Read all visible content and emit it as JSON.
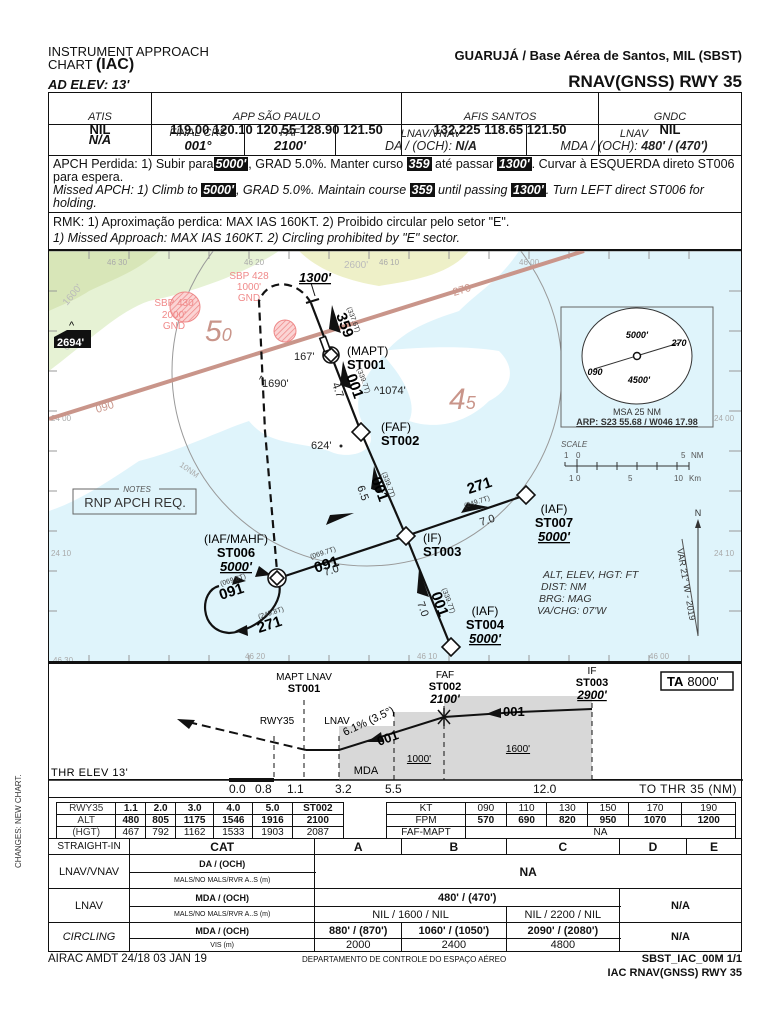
{
  "header": {
    "title_line1": "INSTRUMENT APPROACH",
    "title_line2_prefix": "CHART",
    "title_line2_bold": "(IAC)",
    "ad_elev": "AD ELEV: 13'",
    "airport": "GUARUJÁ / Base Aérea de Santos, MIL (SBST)",
    "procedure": "RNAV(GNSS) RWY 35"
  },
  "comms": [
    {
      "label": "ATIS",
      "value": "NIL"
    },
    {
      "label": "APP SÃO PAULO",
      "value": "119.00 120.10 120.55 128.90 121.50"
    },
    {
      "label": "AFIS SANTOS",
      "value": "132.225 118.65 121.50"
    },
    {
      "label": "GNDC",
      "value": "NIL"
    }
  ],
  "briefing": {
    "first": "N/A",
    "final_crs_label": "FINAL CRS",
    "final_crs": "001°",
    "faf_label": "FAF",
    "faf": "2100'",
    "lnav_vnav_label": "LNAV/VNAV",
    "lnav_vnav_prefix": "DA / (OCH): ",
    "lnav_vnav_value": "N/A",
    "lnav_label": "LNAV",
    "lnav_prefix": "MDA / (OCH): ",
    "lnav_value": "480' / (470')"
  },
  "missed_approach": {
    "pt_1": "APCH Perdida: 1) Subir para",
    "pt_alt": "5000'",
    "pt_2": ", GRAD 5.0%. Manter curso ",
    "pt_crs": "359",
    "pt_3": " até passar ",
    "pt_alt2": "1300'",
    "pt_4": ". Curvar à ESQUERDA direto ST006 para espera.",
    "en_1": "Missed APCH: 1) Climb to ",
    "en_alt": "5000'",
    "en_2": ", GRAD 5.0%. Maintain course ",
    "en_crs": "359",
    "en_3": " until passing ",
    "en_alt2": "1300'",
    "en_4": ". Turn LEFT direct ST006 for holding."
  },
  "remarks": {
    "pt": "RMK: 1) Aproximação perdica: MAX IAS 160KT. 2) Proibido circular pelo setor \"E\".",
    "en": "1) Missed Approach: MAX IAS 160KT. 2) Circling prohibited by \"E\" sector."
  },
  "map": {
    "grid": {
      "lon_top": [
        "46 30",
        "46 20",
        "46 10",
        "46 00"
      ],
      "lat_left": "24 00",
      "lat_right": "24 10"
    },
    "terrain_labels": [
      "2600'",
      "1600'",
      "600'"
    ],
    "spot_heights": [
      "2694'",
      "1690'",
      "1074'",
      "624'",
      "167'"
    ],
    "msa_sector_labels": [
      "50",
      "45"
    ],
    "ring_label": "10NM",
    "restricted_areas": [
      {
        "name": "SBP 430",
        "upper": "2000'",
        "lower": "GND"
      },
      {
        "name": "SBP 428",
        "upper": "1000'",
        "lower": "GND"
      }
    ],
    "msa_track_labels": [
      "090",
      "270"
    ],
    "missed_turn_alt": "1300'",
    "fixes": {
      "st001": {
        "role": "(MAPT)",
        "name": "ST001"
      },
      "st002": {
        "role": "(FAF)",
        "name": "ST002"
      },
      "st003": {
        "role": "(IF)",
        "name": "ST003"
      },
      "st004": {
        "role": "(IAF)",
        "name": "ST004",
        "alt": "5000'"
      },
      "st006": {
        "role": "(IAF/MAHF)",
        "name": "ST006",
        "alt": "5000'"
      },
      "st007": {
        "role": "(IAF)",
        "name": "ST007",
        "alt": "5000'"
      }
    },
    "legs": {
      "missed": {
        "crs": "359",
        "true": "(337.6T)"
      },
      "final": {
        "crs": "001",
        "true": "(339.7T)",
        "dist": "4.7"
      },
      "int": {
        "crs": "001",
        "true": "(339.7T)",
        "dist": "6.5"
      },
      "st004": {
        "crs": "001",
        "true": "(339.7T)",
        "dist": "7.0"
      },
      "st007": {
        "crs": "271",
        "true": "(249.7T)",
        "dist": "7.0"
      },
      "st006": {
        "crs": "091",
        "true": "(069.7T)",
        "dist": "7.0"
      },
      "hold_in": {
        "crs": "091",
        "true": "(069.8T)"
      },
      "hold_out": {
        "crs": "271",
        "true": "(249.8T)"
      }
    },
    "notes_title": "NOTES",
    "notes": "RNP APCH REQ.",
    "msa": {
      "upper": "5000'",
      "lower": "4500'",
      "brg_left": "090",
      "brg_right": "270",
      "caption": "MSA 25 NM",
      "arp": "ARP: S23 55.68 / W046 17.98"
    },
    "scale": {
      "title": "SCALE",
      "nm_labels": [
        "1",
        "0",
        "5",
        "NM"
      ],
      "km_labels": [
        "1",
        "0",
        "5",
        "10",
        "Km"
      ]
    },
    "legend": [
      "ALT, ELEV, HGT: FT",
      "DIST: NM",
      "BRG: MAG",
      "VA/CHG: 07'W"
    ],
    "north": "N",
    "var": "VAR 21° W - 2019"
  },
  "profile": {
    "mapt_label": "MAPT LNAV",
    "mapt_name": "ST001",
    "faf_label": "FAF",
    "faf_name": "ST002",
    "faf_alt": "2100'",
    "if_label": "IF",
    "if_name": "ST003",
    "if_alt": "2900'",
    "rwy": "RWY35",
    "lnav": "LNAV",
    "gradient": "6.1% (3.5°)",
    "crs_final": "001",
    "crs_int": "001",
    "ta_label": "TA",
    "ta_value": "8000'",
    "thr_elev": "THR ELEV 13'",
    "mda_label": "MDA",
    "step1": "1000'",
    "step2": "1600'",
    "distances": [
      "0.0",
      "0.8",
      "1.1",
      "3.2",
      "5.5",
      "12.0"
    ],
    "dist_caption": "TO THR 35 (NM)"
  },
  "descent_table": {
    "rows": [
      [
        "RWY35",
        "1.1",
        "2.0",
        "3.0",
        "4.0",
        "5.0",
        "ST002"
      ],
      [
        "ALT",
        "480",
        "805",
        "1175",
        "1546",
        "1916",
        "2100"
      ],
      [
        "(HGT)",
        "467",
        "792",
        "1162",
        "1533",
        "1903",
        "2087"
      ]
    ]
  },
  "rate_table": {
    "kt": [
      "KT",
      "090",
      "110",
      "130",
      "150",
      "170",
      "190"
    ],
    "fpm": [
      "FPM",
      "570",
      "690",
      "820",
      "950",
      "1070",
      "1200"
    ],
    "faf_mapt": [
      "FAF-MAPT",
      "NA"
    ]
  },
  "minima": {
    "header": {
      "straight_in": "STRAIGHT-IN",
      "cat": "CAT",
      "a": "A",
      "b": "B",
      "c": "C",
      "d": "D",
      "e": "E"
    },
    "lnav_vnav": {
      "label": "LNAV/VNAV",
      "sub1": "DA / (OCH)",
      "sub2": "MALS/NO MALS/RVR A..S (m)",
      "value": "NA"
    },
    "lnav": {
      "label": "LNAV",
      "sub1": "MDA / (OCH)",
      "sub2": "MALS/NO MALS/RVR A..S (m)",
      "mda_abc": "480' / (470')",
      "vis_ab": "NIL / 1600 / NIL",
      "vis_c": "NIL / 2200 / NIL",
      "de": "N/A"
    },
    "circling": {
      "label": "CIRCLING",
      "sub1": "MDA / (OCH)",
      "sub2": "VIS (m)",
      "a_mda": "880' / (870')",
      "a_vis": "2000",
      "b_mda": "1060' / (1050')",
      "b_vis": "2400",
      "c_mda": "2090' / (2080')",
      "c_vis": "4800",
      "de": "N/A"
    }
  },
  "footer": {
    "amdt": "AIRAC AMDT 24/18  03 JAN 19",
    "dept": "DEPARTAMENTO DE CONTROLE DO ESPAÇO AÉREO",
    "chart_id": "SBST_IAC_00M 1/1",
    "chart_name": "IAC RNAV(GNSS) RWY 35",
    "side_note": "CHANGES: NEW CHART."
  }
}
